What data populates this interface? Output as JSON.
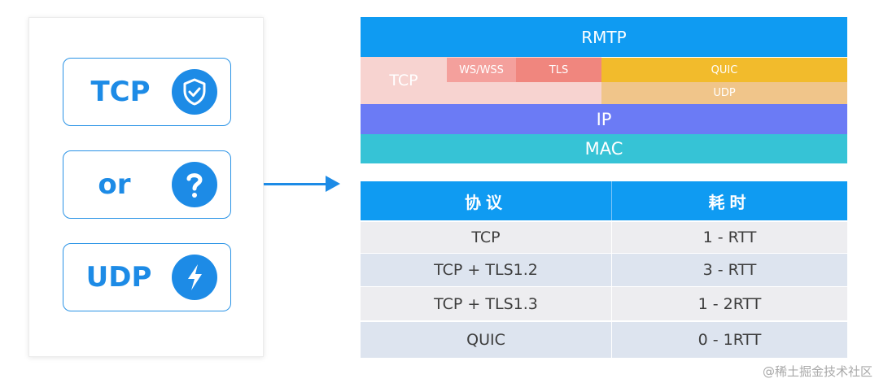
{
  "left_panel": {
    "items": [
      {
        "label": "TCP",
        "icon": "shield-check-icon"
      },
      {
        "label": "or",
        "icon": "question-icon"
      },
      {
        "label": "UDP",
        "icon": "lightning-icon"
      }
    ],
    "accent_color": "#1d8be6"
  },
  "stack": {
    "rmtp": "RMTP",
    "tcp": "TCP",
    "ws_wss": "WS/WSS",
    "tls": "TLS",
    "quic": "QUIC",
    "udp": "UDP",
    "ip": "IP",
    "mac": "MAC",
    "colors": {
      "rmtp": "#0f9bf2",
      "tcp": "#f7d3d0",
      "ws_wss": "#f4a09c",
      "tls": "#f0867e",
      "quic": "#f2bb2c",
      "udp": "#f0c58a",
      "ip": "#6b7bf5",
      "mac": "#36c3d6"
    }
  },
  "table": {
    "headers": [
      "协议",
      "耗时"
    ],
    "rows": [
      [
        "TCP",
        "1 - RTT"
      ],
      [
        "TCP + TLS1.2",
        "3 - RTT"
      ],
      [
        "TCP + TLS1.3",
        "1 - 2RTT"
      ],
      [
        "QUIC",
        "0 - 1RTT"
      ]
    ]
  },
  "watermark": "@稀土掘金技术社区"
}
